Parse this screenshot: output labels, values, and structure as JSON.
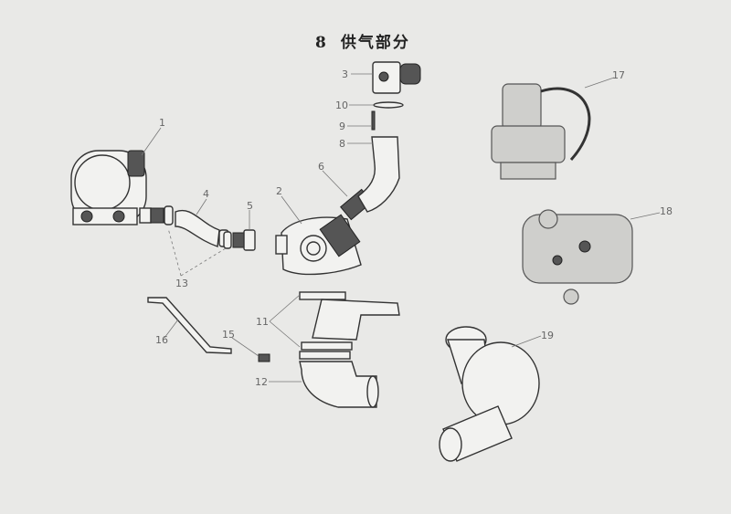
{
  "header": {
    "section_number": "8",
    "title": "供气部分"
  },
  "callouts": [
    "1",
    "2",
    "3",
    "4",
    "5",
    "6",
    "8",
    "9",
    "10",
    "11",
    "12",
    "13",
    "15",
    "16",
    "17",
    "18",
    "19"
  ]
}
